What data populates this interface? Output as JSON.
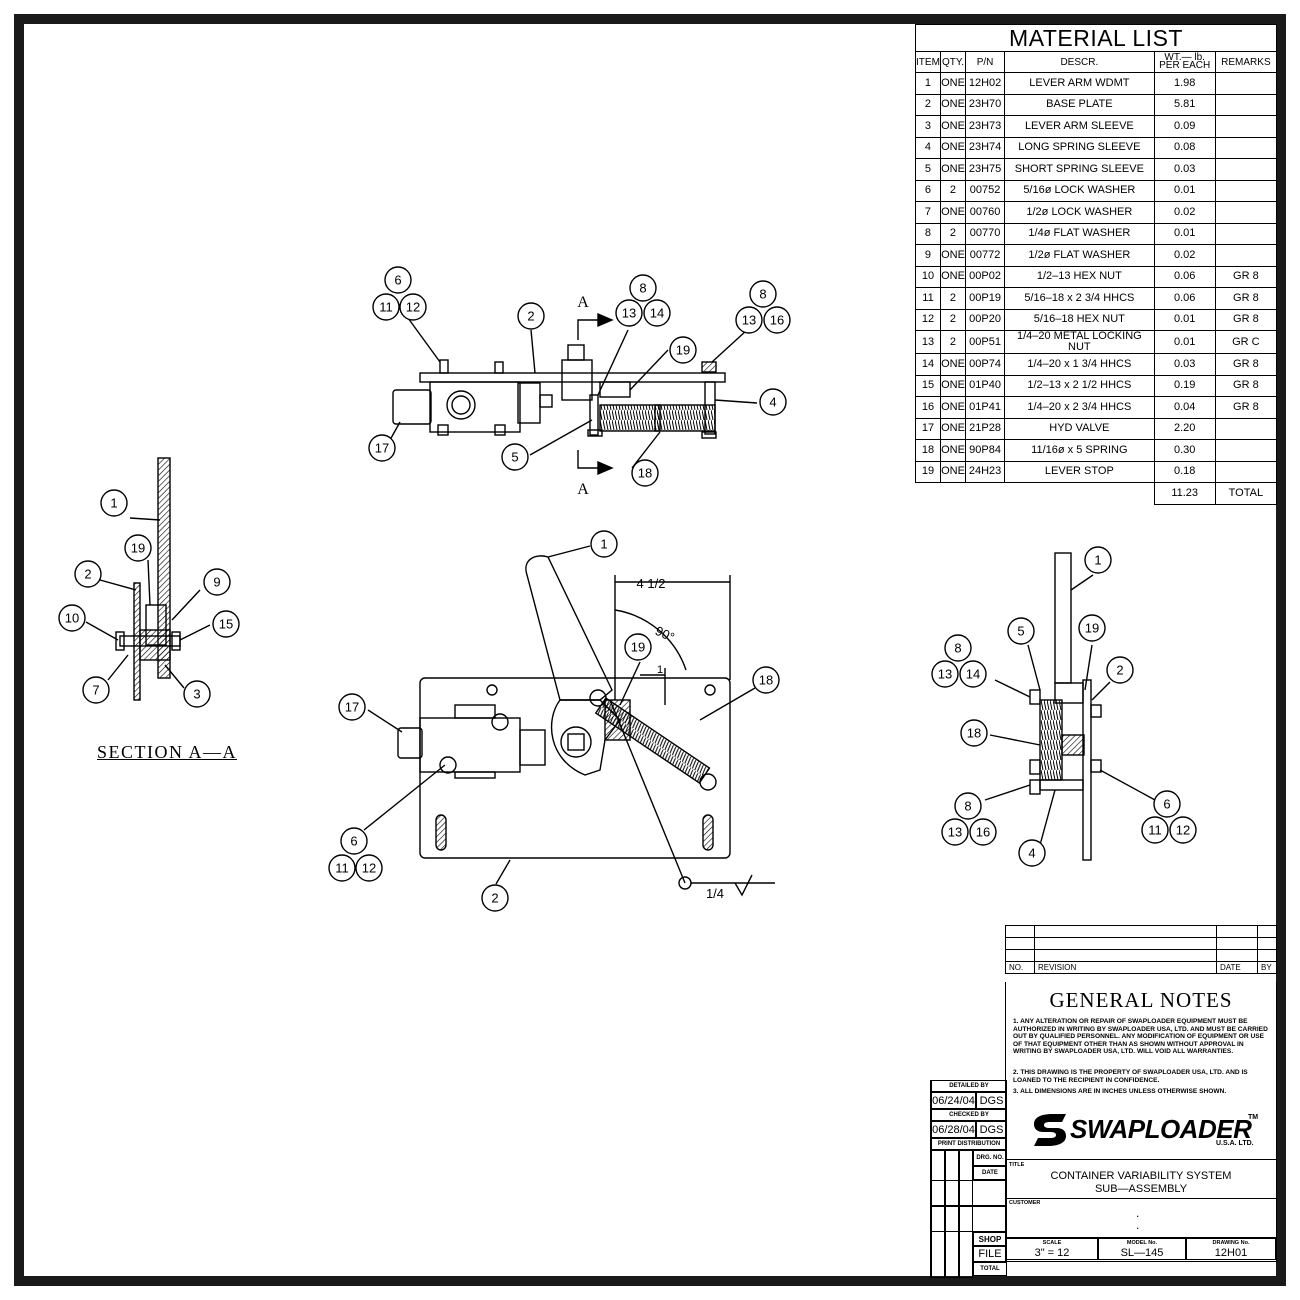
{
  "material_list": {
    "title": "MATERIAL LIST",
    "headers": {
      "item": "ITEM",
      "qty": "QTY.",
      "pn": "P/N",
      "descr": "DESCR.",
      "wt_line1": "WT.— lb.",
      "wt_line2": "PER EACH",
      "remarks": "REMARKS"
    },
    "rows": [
      {
        "item": "1",
        "qty": "ONE",
        "pn": "12H02",
        "descr": "LEVER ARM WDMT",
        "wt": "1.98",
        "remarks": ""
      },
      {
        "item": "2",
        "qty": "ONE",
        "pn": "23H70",
        "descr": "BASE PLATE",
        "wt": "5.81",
        "remarks": ""
      },
      {
        "item": "3",
        "qty": "ONE",
        "pn": "23H73",
        "descr": "LEVER ARM SLEEVE",
        "wt": "0.09",
        "remarks": ""
      },
      {
        "item": "4",
        "qty": "ONE",
        "pn": "23H74",
        "descr": "LONG SPRING SLEEVE",
        "wt": "0.08",
        "remarks": ""
      },
      {
        "item": "5",
        "qty": "ONE",
        "pn": "23H75",
        "descr": "SHORT SPRING SLEEVE",
        "wt": "0.03",
        "remarks": ""
      },
      {
        "item": "6",
        "qty": "2",
        "pn": "00752",
        "descr": "5/16ø LOCK WASHER",
        "wt": "0.01",
        "remarks": ""
      },
      {
        "item": "7",
        "qty": "ONE",
        "pn": "00760",
        "descr": "1/2ø LOCK WASHER",
        "wt": "0.02",
        "remarks": ""
      },
      {
        "item": "8",
        "qty": "2",
        "pn": "00770",
        "descr": "1/4ø FLAT WASHER",
        "wt": "0.01",
        "remarks": ""
      },
      {
        "item": "9",
        "qty": "ONE",
        "pn": "00772",
        "descr": "1/2ø FLAT WASHER",
        "wt": "0.02",
        "remarks": ""
      },
      {
        "item": "10",
        "qty": "ONE",
        "pn": "00P02",
        "descr": "1/2–13 HEX NUT",
        "wt": "0.06",
        "remarks": "GR 8"
      },
      {
        "item": "11",
        "qty": "2",
        "pn": "00P19",
        "descr": "5/16–18 x 2 3/4 HHCS",
        "wt": "0.06",
        "remarks": "GR 8"
      },
      {
        "item": "12",
        "qty": "2",
        "pn": "00P20",
        "descr": "5/16–18 HEX NUT",
        "wt": "0.01",
        "remarks": "GR 8"
      },
      {
        "item": "13",
        "qty": "2",
        "pn": "00P51",
        "descr": "1/4–20 METAL LOCKING NUT",
        "wt": "0.01",
        "remarks": "GR C"
      },
      {
        "item": "14",
        "qty": "ONE",
        "pn": "00P74",
        "descr": "1/4–20 x 1 3/4 HHCS",
        "wt": "0.03",
        "remarks": "GR 8"
      },
      {
        "item": "15",
        "qty": "ONE",
        "pn": "01P40",
        "descr": "1/2–13 x 2 1/2 HHCS",
        "wt": "0.19",
        "remarks": "GR 8"
      },
      {
        "item": "16",
        "qty": "ONE",
        "pn": "01P41",
        "descr": "1/4–20 x 2 3/4 HHCS",
        "wt": "0.04",
        "remarks": "GR 8"
      },
      {
        "item": "17",
        "qty": "ONE",
        "pn": "21P28",
        "descr": "HYD VALVE",
        "wt": "2.20",
        "remarks": ""
      },
      {
        "item": "18",
        "qty": "ONE",
        "pn": "90P84",
        "descr": "11/16ø x 5 SPRING",
        "wt": "0.30",
        "remarks": ""
      },
      {
        "item": "19",
        "qty": "ONE",
        "pn": "24H23",
        "descr": "LEVER STOP",
        "wt": "0.18",
        "remarks": ""
      }
    ],
    "total_weight": "11.23",
    "total_label": "TOTAL"
  },
  "views": {
    "section_label": "SECTION A—A",
    "section_marker": "A",
    "dim_width": "4 1/2",
    "dim_angle": "90°",
    "dim_offset": "1",
    "weld_size": "1/4",
    "top_view_balloons": [
      "6",
      "11",
      "12",
      "2",
      "8",
      "13",
      "14",
      "19",
      "8",
      "13",
      "16",
      "4",
      "17",
      "5",
      "18"
    ],
    "section_balloons": [
      "1",
      "19",
      "2",
      "9",
      "10",
      "15",
      "7",
      "3"
    ],
    "front_view_balloons": [
      "1",
      "19",
      "18",
      "17",
      "6",
      "11",
      "12",
      "2"
    ],
    "side_view_balloons": [
      "1",
      "5",
      "19",
      "2",
      "8",
      "13",
      "14",
      "18",
      "8",
      "13",
      "16",
      "6",
      "11",
      "12",
      "4"
    ]
  },
  "title_block": {
    "rev_no": "NO.",
    "rev_revision": "REVISION",
    "rev_date": "DATE",
    "rev_by": "BY",
    "general_notes_title": "GENERAL NOTES",
    "note1": "1. ANY ALTERATION OR REPAIR OF SWAPLOADER EQUIPMENT MUST BE AUTHORIZED IN WRITING BY SWAPLOADER USA, LTD. AND MUST BE CARRIED OUT BY QUALIFIED PERSONNEL. ANY MODIFICATION OF EQUIPMENT OR USE OF THAT EQUIPMENT OTHER THAN AS SHOWN WITHOUT APPROVAL IN WRITING BY SWAPLOADER USA, LTD. WILL VOID ALL WARRANTIES.",
    "note2": "2. THIS DRAWING IS THE PROPERTY OF SWAPLOADER USA, LTD. AND IS LOANED TO THE RECIPIENT IN CONFIDENCE.",
    "note3": "3. ALL DIMENSIONS ARE IN INCHES UNLESS OTHERWISE SHOWN.",
    "logo_text": "SWAPLOADER",
    "logo_tm": "TM",
    "logo_sub": "U.S.A.  LTD.",
    "detailed_by_label": "DETAILED BY",
    "detailed_date": "06/24/04",
    "detailed_initials": "DGS",
    "checked_by_label": "CHECKED BY",
    "checked_date": "06/28/04",
    "checked_initials": "DGS",
    "print_dist_label": "PRINT DISTRIBUTION",
    "drg_no_label": "DRG. NO.",
    "date_label": "DATE",
    "shop_label": "SHOP",
    "file_label": "FILE",
    "total_label": "TOTAL",
    "title_label": "TITLE",
    "title_line1": "CONTAINER VARIABILITY SYSTEM",
    "title_line2": "SUB—ASSEMBLY",
    "customer_label": "CUSTOMER",
    "customer_mark": ".",
    "scale_label": "SCALE",
    "scale": "3\" = 12",
    "model_label": "MODEL No.",
    "model": "SL—145",
    "drawing_label": "DRAWING No.",
    "drawing_no": "12H01"
  }
}
